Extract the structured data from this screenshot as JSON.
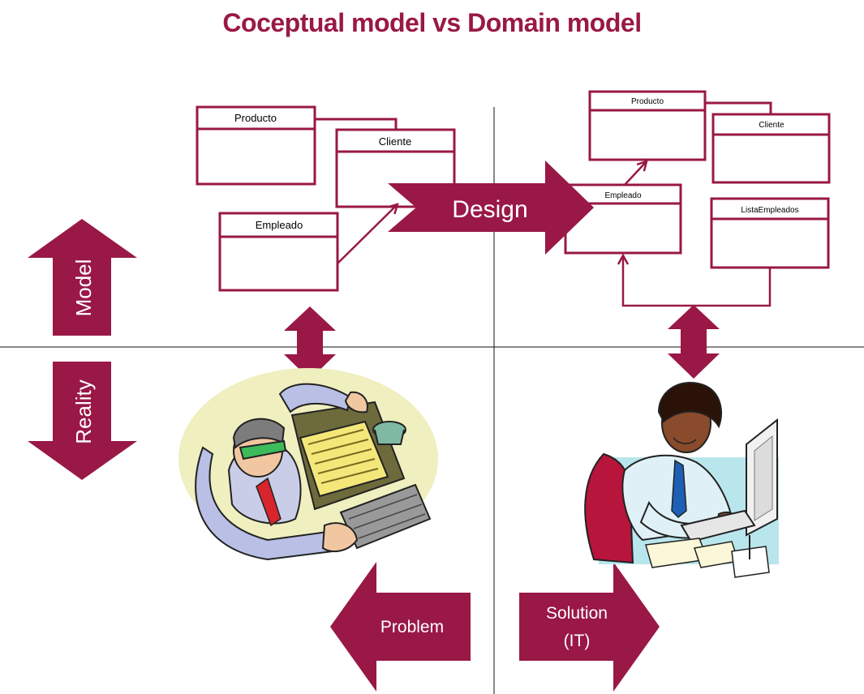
{
  "title": "Coceptual model vs Domain model",
  "conceptual_model": {
    "classes": {
      "producto": "Producto",
      "cliente": "Cliente",
      "empleado": "Empleado"
    }
  },
  "domain_model": {
    "classes": {
      "producto": "Producto",
      "cliente": "Cliente",
      "empleado": "Empleado",
      "lista_empleados": "ListaEmpleados"
    }
  },
  "labels": {
    "design": "Design",
    "model": "Model",
    "reality": "Reality",
    "problem": "Problem",
    "solution_line1": "Solution",
    "solution_line2": "(IT)"
  },
  "colors": {
    "accent": "#991846",
    "stroke": "#991846"
  }
}
